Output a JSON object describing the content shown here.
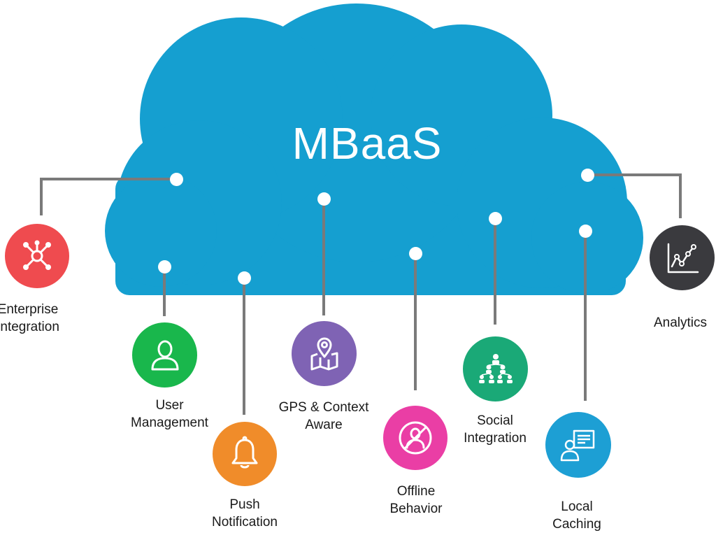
{
  "diagram": {
    "title": "MBaaS",
    "colors": {
      "cloud": "#159fd0",
      "connector": "#7a7a7a",
      "enterprise": "#ef4b4f",
      "user": "#19b74c",
      "push": "#f08c2a",
      "gps": "#7f63b4",
      "offline": "#ea3ea5",
      "social": "#1aa977",
      "local": "#1d9fd4",
      "analytics": "#3a3a3e"
    },
    "nodes": [
      {
        "id": "enterprise",
        "icon": "network-hub-icon",
        "line1": "Enterprise",
        "line2": "Integration"
      },
      {
        "id": "user",
        "icon": "user-icon",
        "line1": "User",
        "line2": "Management"
      },
      {
        "id": "push",
        "icon": "bell-icon",
        "line1": "Push",
        "line2": "Notification"
      },
      {
        "id": "gps",
        "icon": "map-pin-icon",
        "line1": "GPS & Context",
        "line2": "Aware"
      },
      {
        "id": "offline",
        "icon": "offline-user-icon",
        "line1": "Offline",
        "line2": "Behavior"
      },
      {
        "id": "social",
        "icon": "org-chart-icon",
        "line1": "Social",
        "line2": "Integration"
      },
      {
        "id": "local",
        "icon": "presenter-board-icon",
        "line1": "Local",
        "line2": "Caching"
      },
      {
        "id": "analytics",
        "icon": "line-chart-icon",
        "line1": "Analytics",
        "line2": ""
      }
    ]
  }
}
